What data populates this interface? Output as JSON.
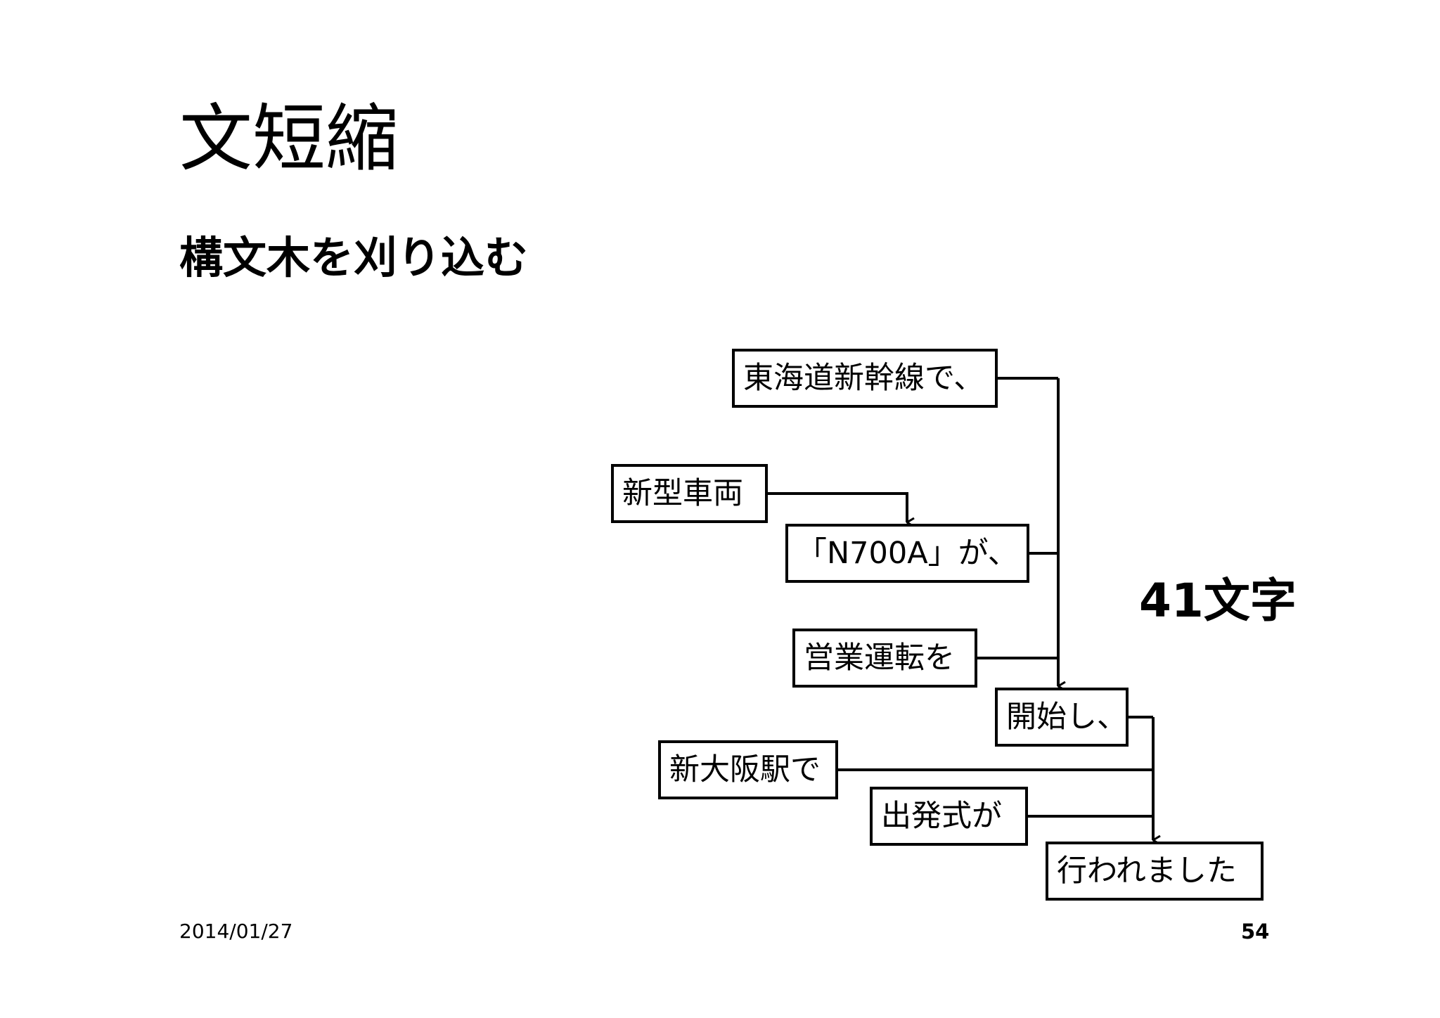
{
  "slide": {
    "title": "文短縮",
    "subtitle": "構文木を刈り込む",
    "char_count": "41文字",
    "footer": {
      "date": "2014/01/27",
      "page_number": "54"
    }
  },
  "tree": {
    "nodes": [
      {
        "id": "n1",
        "label": "東海道新幹線で、"
      },
      {
        "id": "n2",
        "label": "新型車両"
      },
      {
        "id": "n3",
        "label": "「N700A」が、"
      },
      {
        "id": "n4",
        "label": "営業運転を"
      },
      {
        "id": "n5",
        "label": "開始し、"
      },
      {
        "id": "n6",
        "label": "新大阪駅で"
      },
      {
        "id": "n7",
        "label": "出発式が"
      },
      {
        "id": "n8",
        "label": "行われました"
      }
    ],
    "edges": [
      {
        "from": "n1",
        "to": "n5"
      },
      {
        "from": "n2",
        "to": "n3"
      },
      {
        "from": "n3",
        "to": "n5"
      },
      {
        "from": "n4",
        "to": "n5"
      },
      {
        "from": "n5",
        "to": "n8"
      },
      {
        "from": "n6",
        "to": "n8"
      },
      {
        "from": "n7",
        "to": "n8"
      }
    ]
  }
}
